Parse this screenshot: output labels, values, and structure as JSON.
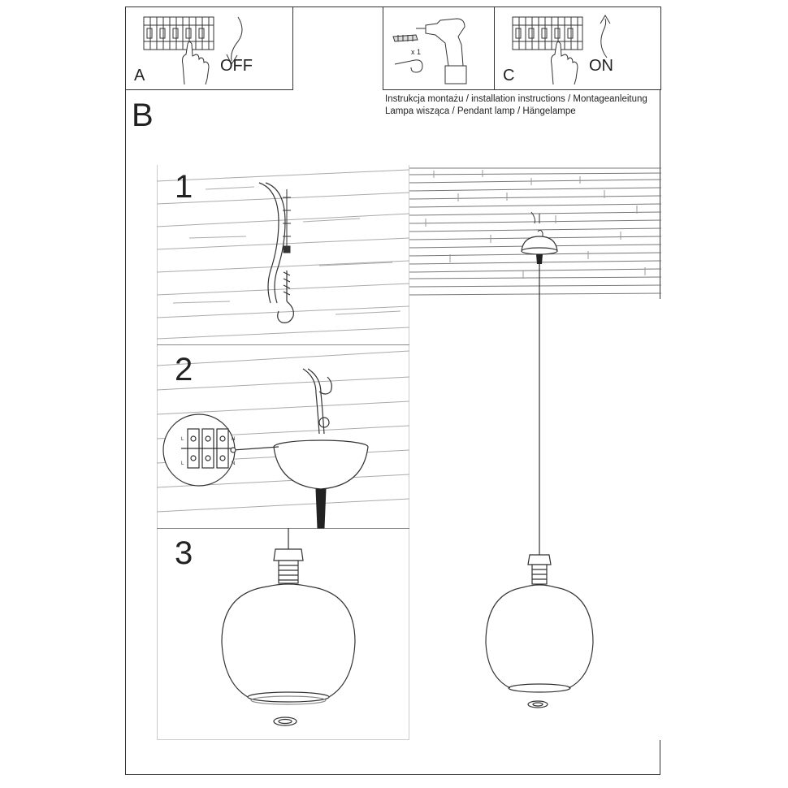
{
  "panels": {
    "a": {
      "letter": "A",
      "action": "OFF"
    },
    "c": {
      "letter": "C",
      "action": "ON"
    },
    "drill": {
      "quantity": "x 1"
    }
  },
  "header": {
    "line1": "Instrukcja montażu / installation instructions / Montageanleitung",
    "line2": "Lampa wisząca / Pendant lamp / Hängelampe"
  },
  "section_b": {
    "letter": "B"
  },
  "steps": [
    "1",
    "2",
    "3"
  ],
  "wiring": {
    "terminals": [
      "L",
      "N",
      "L",
      "N"
    ]
  },
  "colors": {
    "line": "#333333",
    "light_line": "#9a9a9a",
    "background": "#ffffff"
  }
}
